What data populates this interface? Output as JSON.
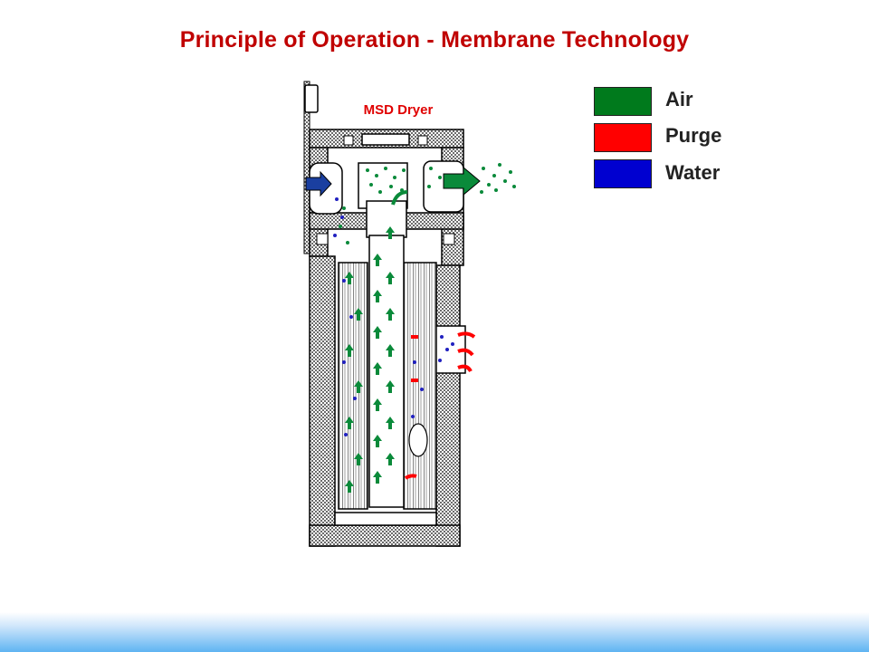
{
  "title": "Principle of Operation - Membrane Technology",
  "diagram": {
    "label": "MSD Dryer"
  },
  "legend": [
    {
      "label": "Air",
      "color": "#007a1c"
    },
    {
      "label": "Purge",
      "color": "#ff0000"
    },
    {
      "label": "Water",
      "color": "#0000d0"
    }
  ],
  "colors": {
    "title": "#c00000",
    "diagram_label": "#e00000",
    "air": "#0a8a3a",
    "purge": "#ff0000",
    "water": "#2020c0",
    "inlet_arrow": "#1a3fa0"
  }
}
